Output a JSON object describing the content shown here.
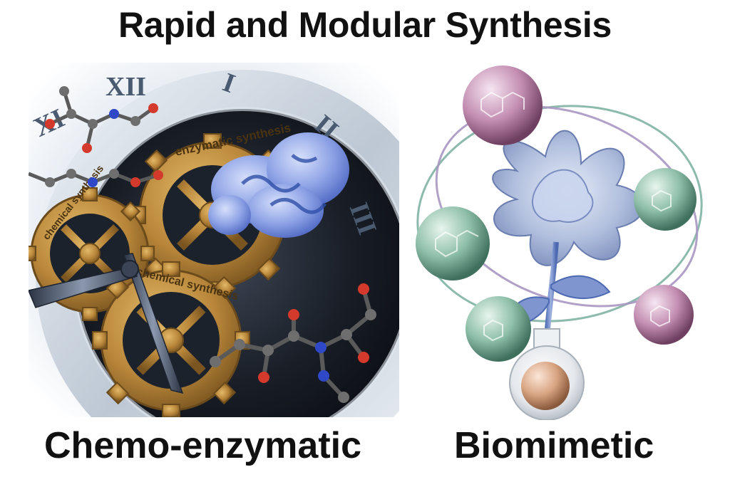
{
  "title": "Rapid and Modular Synthesis",
  "left_panel": {
    "caption": "Chemo-enzymatic",
    "clock_numerals": [
      "XII",
      "I",
      "II",
      "III",
      "XI"
    ],
    "gear_labels": [
      "enzymatic synthesis",
      "chemical synthesis",
      "chemical synthesis"
    ]
  },
  "right_panel": {
    "caption": "Biomimetic"
  }
}
